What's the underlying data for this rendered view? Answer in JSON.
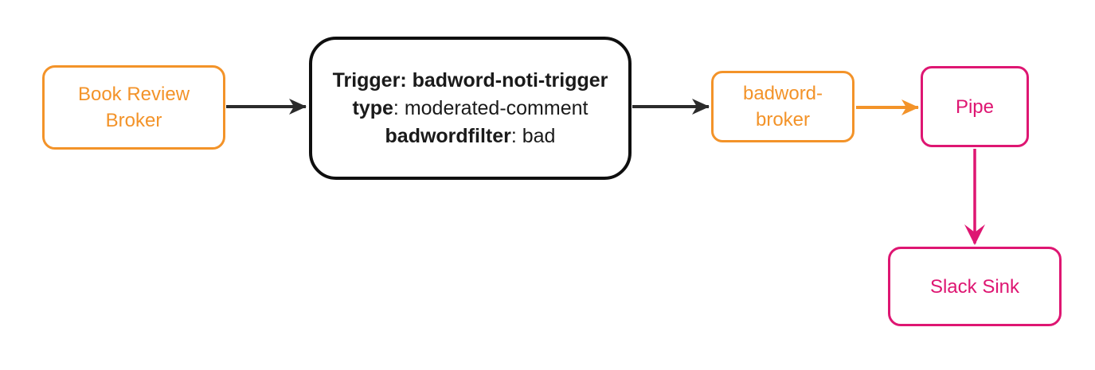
{
  "diagram": {
    "nodes": {
      "book_review_broker": {
        "label": "Book Review Broker",
        "type": "broker"
      },
      "trigger": {
        "line1": "Trigger: badword-noti-trigger",
        "line2_key": "type",
        "line2_value": ": moderated-comment",
        "line3_key": "badwordfilter",
        "line3_value": ": bad"
      },
      "badword_broker": {
        "label": "badword-broker",
        "type": "broker"
      },
      "pipe": {
        "label": "Pipe",
        "type": "pipe"
      },
      "slack_sink": {
        "label": "Slack Sink",
        "type": "sink"
      }
    },
    "edges": [
      {
        "from": "book-review-broker",
        "to": "trigger",
        "color": "#2b2b2b"
      },
      {
        "from": "trigger",
        "to": "badword-broker",
        "color": "#2b2b2b"
      },
      {
        "from": "badword-broker",
        "to": "pipe",
        "color": "#f39329"
      },
      {
        "from": "pipe",
        "to": "slack-sink",
        "color": "#de1672"
      }
    ],
    "colors": {
      "orange": "#f39329",
      "pink": "#de1672",
      "black": "#0f0f0f",
      "arrow_dark": "#2b2b2b",
      "background": "#ffffff"
    }
  }
}
